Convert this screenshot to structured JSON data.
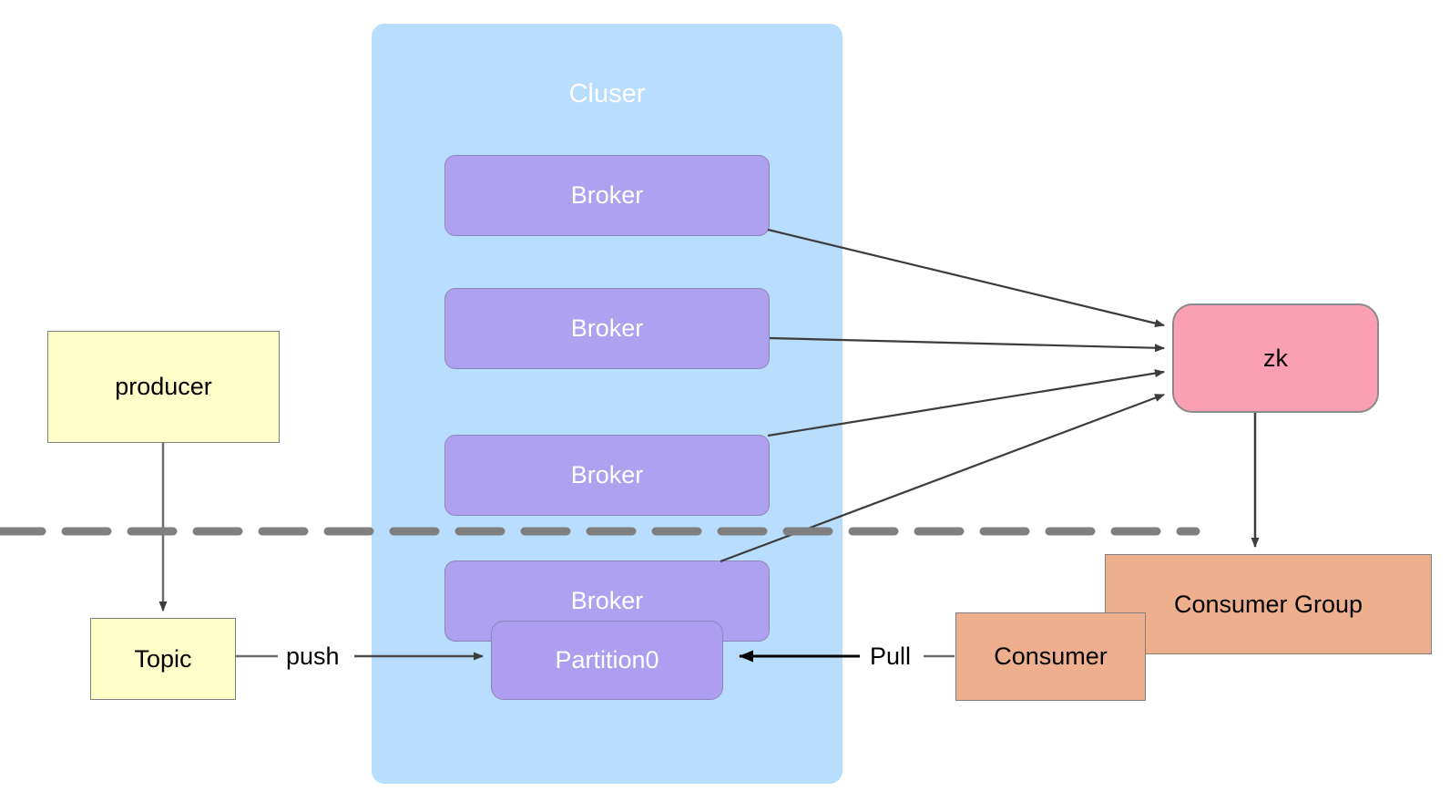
{
  "diagram": {
    "title": "Kafka architecture diagram",
    "colors": {
      "cluster_fill": "#b8ddfd",
      "broker_fill": "#aea1ef",
      "producer_fill": "#fffdc8",
      "zk_fill": "#fb9fb5",
      "consumer_fill": "#eeaf8f",
      "divider": "#7f7f7f",
      "edge_stroke": "#3c3c3c"
    }
  },
  "cluster": {
    "label": "Cluser",
    "brokers": [
      {
        "label": "Broker"
      },
      {
        "label": "Broker"
      },
      {
        "label": "Broker"
      },
      {
        "label": "Broker"
      }
    ],
    "partition": {
      "label": "Partition0"
    }
  },
  "producer_side": {
    "producer": {
      "label": "producer"
    },
    "topic": {
      "label": "Topic"
    },
    "push_label": "push"
  },
  "consumer_side": {
    "consumer_group": {
      "label": "Consumer Group"
    },
    "consumer": {
      "label": "Consumer"
    },
    "pull_label": "Pull"
  },
  "coordinator": {
    "zk": {
      "label": "zk"
    }
  },
  "divider": {
    "style": "dashed",
    "orientation": "horizontal"
  }
}
